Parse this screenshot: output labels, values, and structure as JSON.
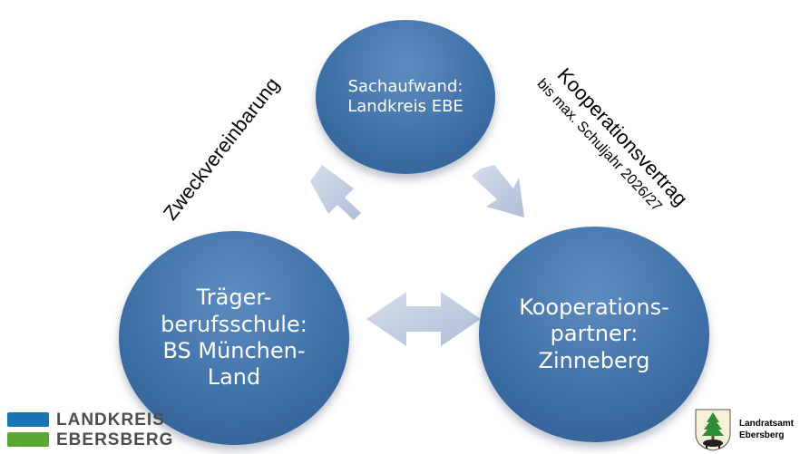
{
  "top_circle": {
    "text": "Sachaufwand:\nLandkreis EBE"
  },
  "left_circle": {
    "text": "Träger-\nberufsschule:\nBS München-\nLand"
  },
  "right_circle": {
    "text": "Kooperations-\npartner:\nZinneberg"
  },
  "labels": {
    "left_rotated": "Zweckvereinbarung",
    "right_rotated": "Kooperationsvertrag",
    "right_rotated_sub": "bis max. Schuljahr 2026/27"
  },
  "logo_left": {
    "line1": "LANDKREIS",
    "line2": "EBERSBERG"
  },
  "logo_right": {
    "line1": "Landratsamt",
    "line2": "Ebersberg"
  },
  "colors": {
    "circle": "#3f71a8",
    "arrow": "#c3cfe2",
    "logo_blue": "#1a73b5",
    "logo_green": "#5aa832"
  }
}
